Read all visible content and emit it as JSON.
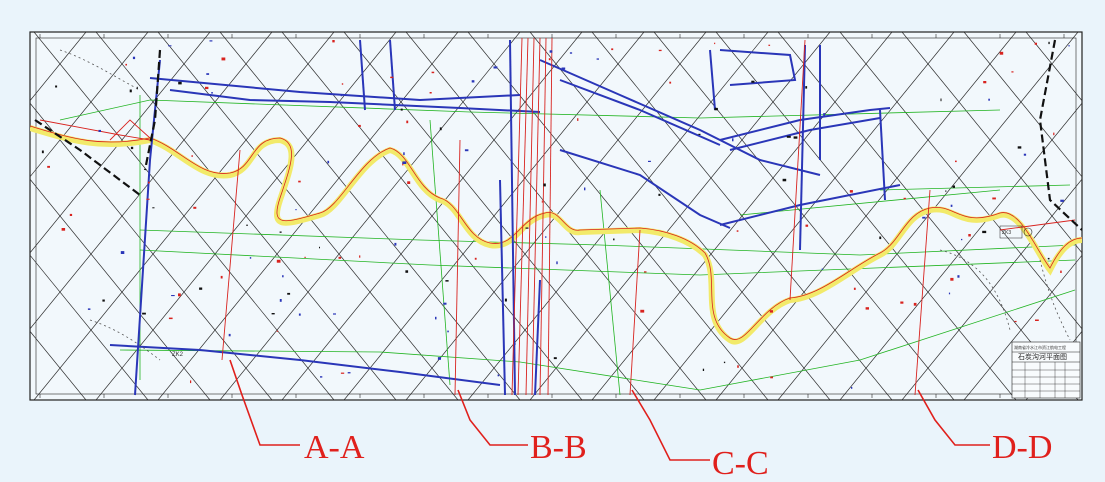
{
  "colors": {
    "background": "#eaf4fb",
    "map_paper": "#f2f8fc",
    "section_red": "#e0201c",
    "pipe_blue": "#2a36b8",
    "boundary_green": "#22b422",
    "river_yellow": "#f2ea6a",
    "grid_black": "#222222"
  },
  "sections": [
    {
      "id": "a",
      "label": "A-A"
    },
    {
      "id": "b",
      "label": "B-B"
    },
    {
      "id": "c",
      "label": "C-C"
    },
    {
      "id": "d",
      "label": "D-D"
    }
  ],
  "title_block": {
    "project": "湖南省冷水江市资江航电工程",
    "drawing": "石炭沟河平面图"
  },
  "point_labels": {
    "left_point": "ZK2",
    "right_point": "ZK3"
  }
}
